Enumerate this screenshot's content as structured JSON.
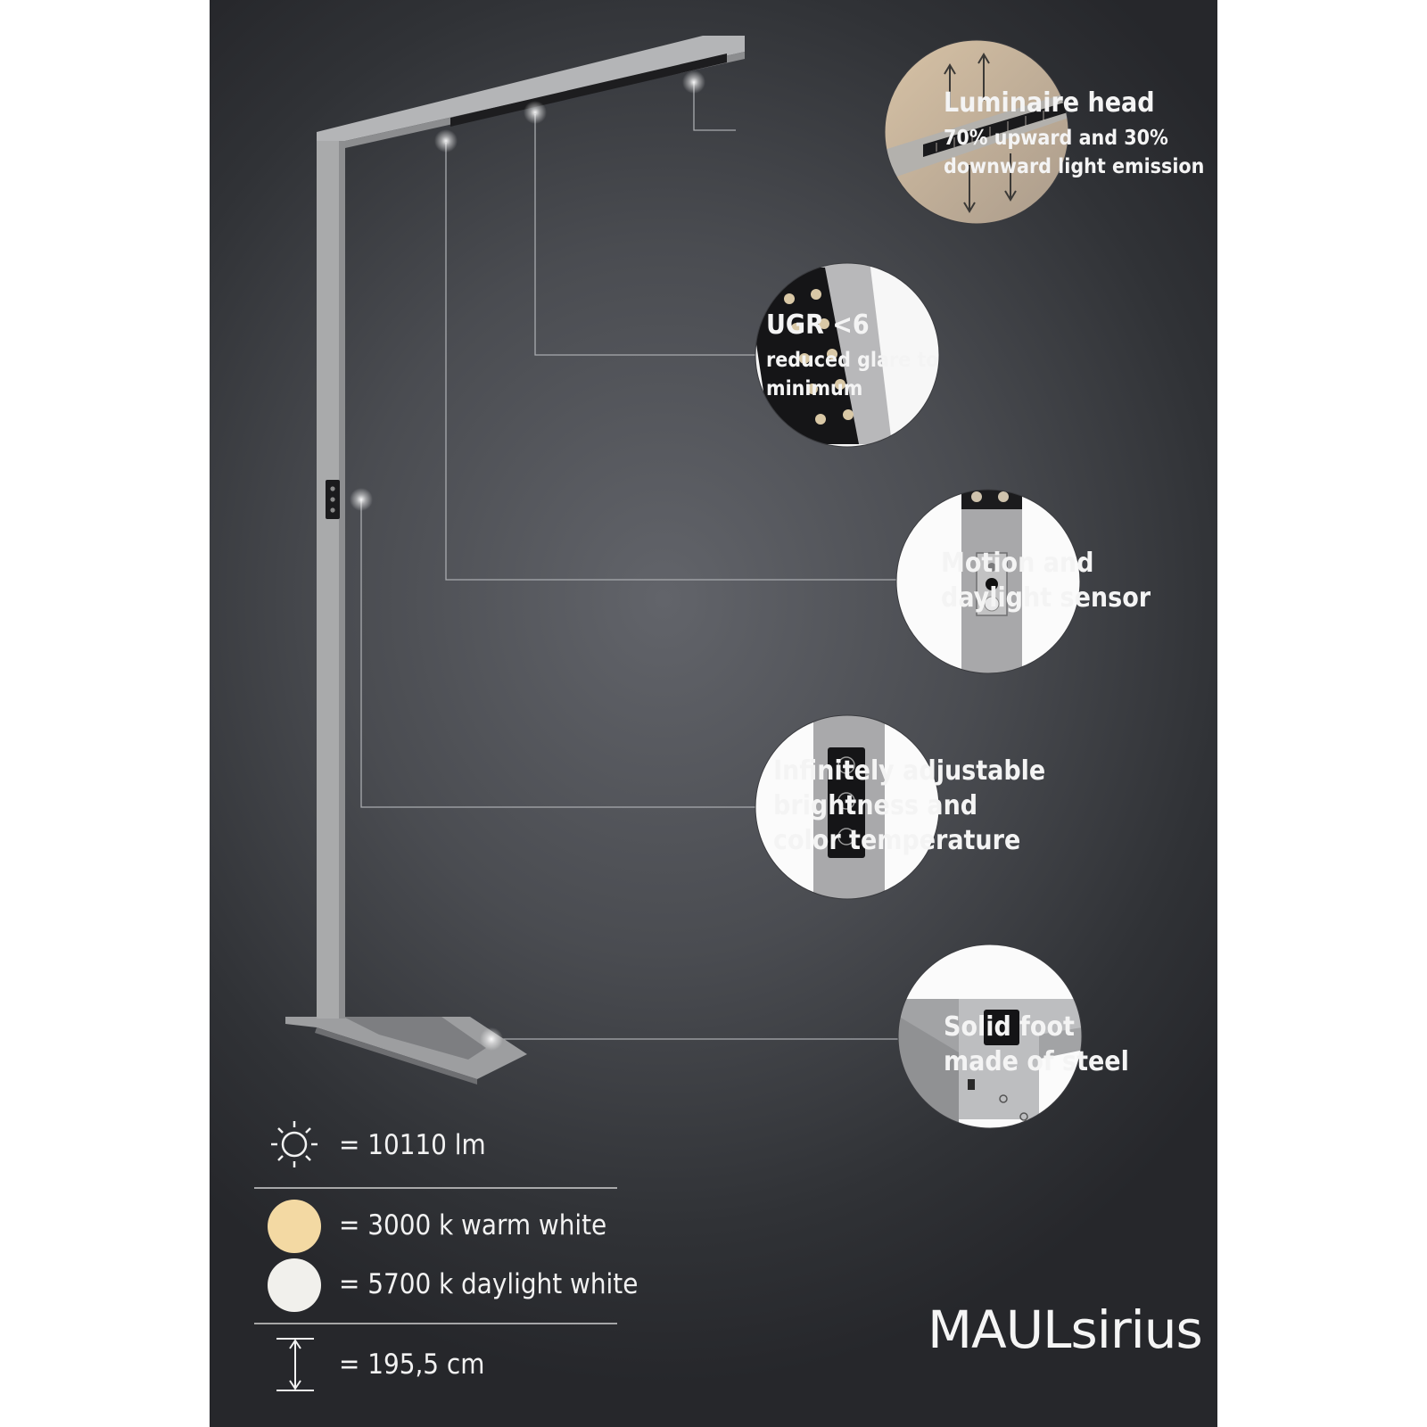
{
  "product_name": "MAULsirius",
  "features": {
    "head": {
      "title": "Luminaire head",
      "desc": "70% upward and 30%\ndownward light emission"
    },
    "ugr": {
      "title": "UGR <6",
      "desc": "reduced glare to\nminimum"
    },
    "sensor": {
      "title": "Motion and\ndaylight sensor"
    },
    "adjust": {
      "title": "Infinitely adjustable\nbrightness and\ncolor temperature"
    },
    "foot": {
      "title": "Solid foot\nmade of steel"
    }
  },
  "specs": {
    "lumen": "= 10110 lm",
    "warm": "= 3000 k warm white",
    "daylight": "= 5700 k daylight white",
    "height": "= 195,5 cm"
  },
  "icons": [
    "sun-icon",
    "warm-white-swatch",
    "daylight-white-swatch",
    "height-arrow-icon"
  ],
  "colors": {
    "background": "#4a4c51",
    "warm_white": "#f3d9a3",
    "daylight_white": "#f1f0ec",
    "text": "#f4f4f4",
    "lamp_body": "#a7a7a8"
  }
}
